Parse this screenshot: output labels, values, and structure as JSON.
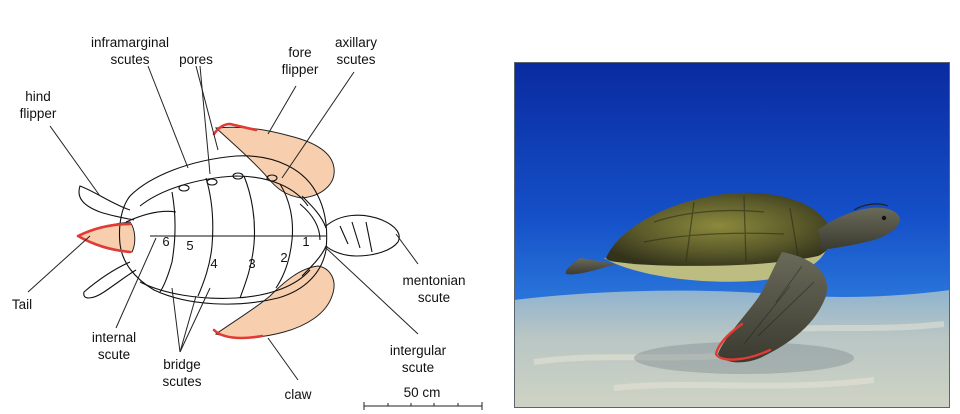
{
  "labels": {
    "inframarginal_1": "inframarginal",
    "inframarginal_2": "scutes",
    "pores": "pores",
    "fore_flipper_1": "fore",
    "fore_flipper_2": "flipper",
    "axillary_1": "axillary",
    "axillary_2": "scutes",
    "hind_flipper_1": "hind",
    "hind_flipper_2": "flipper",
    "tail": "Tail",
    "mentonian_1": "mentonian",
    "mentonian_2": "scute",
    "internal_1": "internal",
    "internal_2": "scute",
    "bridge_1": "bridge",
    "bridge_2": "scutes",
    "intergular_1": "intergular",
    "intergular_2": "scute",
    "claw": "claw"
  },
  "scale_bar": "50 cm",
  "scute_numbers": [
    "1",
    "2",
    "3",
    "4",
    "5",
    "6"
  ],
  "colors": {
    "flipper_fill": "#f8cfae",
    "highlight": "#e23a34",
    "water_deep": "#0a2aa0",
    "water_light": "#2f7fe0",
    "sand": "#cfd3c4"
  }
}
